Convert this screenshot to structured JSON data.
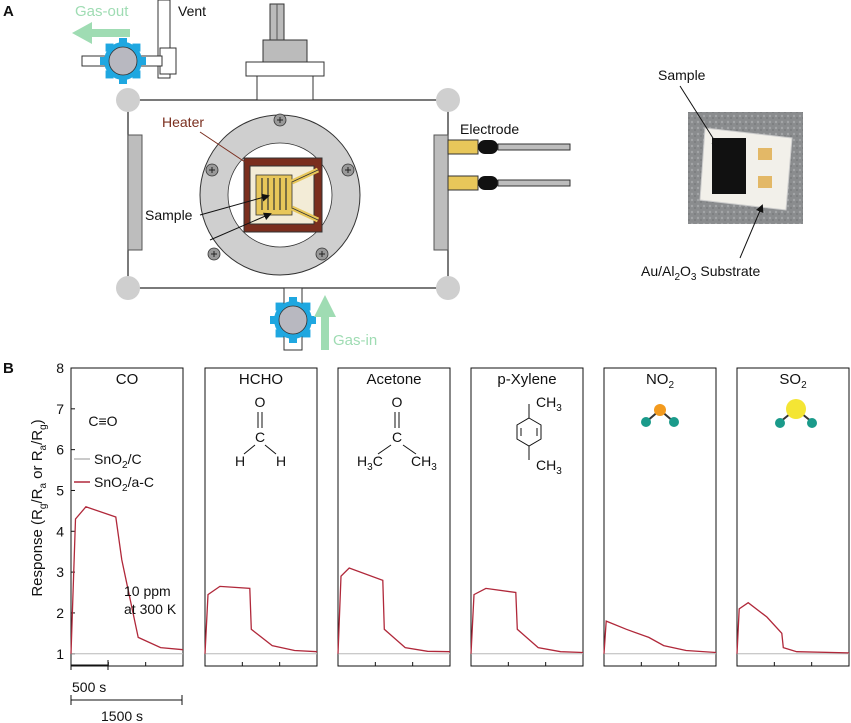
{
  "panel_a": {
    "letter": "A",
    "labels": {
      "gas_out": "Gas-out",
      "vent": "Vent",
      "heater": "Heater",
      "sample": "Sample",
      "electrode": "Electrode",
      "gas_in": "Gas-in",
      "photo_sample": "Sample",
      "substrate_prefix": "Au/Al",
      "substrate_sub1": "2",
      "substrate_mid": "O",
      "substrate_sub2": "3",
      "substrate_suffix": " Substrate"
    },
    "colors": {
      "valve_ring": "#1fa7e0",
      "valve_core": "#b8b8c0",
      "arrow": "#9fdcb3",
      "heater": "#7a2e1e",
      "electrode_gold": "#e8c75a"
    }
  },
  "panel_b": {
    "letter": "B",
    "ylabel_parts": [
      "Response (R",
      "g",
      "/R",
      "a",
      " or R",
      "a",
      "/R",
      "g",
      ")"
    ],
    "yticks": [
      "1",
      "2",
      "3",
      "4",
      "5",
      "6",
      "7",
      "8"
    ],
    "legend": [
      {
        "name_main": "SnO",
        "name_sub": "2",
        "name_rest": "/C",
        "color": "#b8b8b8"
      },
      {
        "name_main": "SnO",
        "name_sub": "2",
        "name_rest": "/a-C",
        "color": "#b0283a"
      }
    ],
    "annotation_line1": "10 ppm",
    "annotation_line2": "at 300 K",
    "scalebar_short": "500 s",
    "scalebar_long": "1500 s",
    "gases": [
      {
        "title": "CO",
        "title_sub": ""
      },
      {
        "title": "HCHO",
        "title_sub": ""
      },
      {
        "title": "Acetone",
        "title_sub": ""
      },
      {
        "title": "p-Xylene",
        "title_sub": ""
      },
      {
        "title": "NO",
        "title_sub": "2"
      },
      {
        "title": "SO",
        "title_sub": "2"
      }
    ],
    "molecules": {
      "co": "C≡O",
      "hcho_o": "O",
      "hcho_c": "C",
      "hcho_h1": "H",
      "hcho_h2": "H",
      "acetone_o": "O",
      "acetone_c": "C",
      "acetone_h3c": "H",
      "acetone_h3c_sub": "3",
      "acetone_h3c_c": "C",
      "acetone_ch3": "CH",
      "acetone_ch3_sub": "3",
      "xylene_top": "CH",
      "xylene_top_sub": "3",
      "xylene_bot": "CH",
      "xylene_bot_sub": "3",
      "no2_center_color": "#f39a1e",
      "no2_outer_color": "#1a9a8a",
      "so2_center_color": "#f4e534",
      "so2_outer_color": "#1a9a8a"
    }
  },
  "chart_data": [
    {
      "type": "line",
      "title": "CO",
      "ylabel": "Response (Rg/Ra or Ra/Rg)",
      "ylim": [
        0.7,
        8
      ],
      "series": [
        {
          "name": "SnO2/C",
          "x": [
            0,
            1500
          ],
          "y": [
            1,
            1
          ]
        },
        {
          "name": "SnO2/a-C",
          "x": [
            0,
            60,
            200,
            600,
            680,
            900,
            1200,
            1500
          ],
          "y": [
            1,
            4.3,
            4.6,
            4.35,
            3.3,
            1.4,
            1.15,
            1.1
          ]
        }
      ]
    },
    {
      "type": "line",
      "title": "HCHO",
      "ylim": [
        0.7,
        8
      ],
      "series": [
        {
          "name": "SnO2/C",
          "x": [
            0,
            1500
          ],
          "y": [
            1,
            1
          ]
        },
        {
          "name": "SnO2/a-C",
          "x": [
            0,
            40,
            200,
            600,
            620,
            900,
            1200,
            1500
          ],
          "y": [
            1,
            2.45,
            2.65,
            2.6,
            1.6,
            1.2,
            1.08,
            1.05
          ]
        }
      ]
    },
    {
      "type": "line",
      "title": "Acetone",
      "ylim": [
        0.7,
        8
      ],
      "series": [
        {
          "name": "SnO2/C",
          "x": [
            0,
            1500
          ],
          "y": [
            1,
            1
          ]
        },
        {
          "name": "SnO2/a-C",
          "x": [
            0,
            40,
            150,
            600,
            620,
            900,
            1200,
            1500
          ],
          "y": [
            1,
            2.9,
            3.1,
            2.8,
            1.6,
            1.15,
            1.06,
            1.05
          ]
        }
      ]
    },
    {
      "type": "line",
      "title": "p-Xylene",
      "ylim": [
        0.7,
        8
      ],
      "series": [
        {
          "name": "SnO2/C",
          "x": [
            0,
            1500
          ],
          "y": [
            1,
            1
          ]
        },
        {
          "name": "SnO2/a-C",
          "x": [
            0,
            40,
            200,
            600,
            620,
            900,
            1200,
            1500
          ],
          "y": [
            1,
            2.45,
            2.6,
            2.5,
            1.6,
            1.15,
            1.05,
            1.03
          ]
        }
      ]
    },
    {
      "type": "line",
      "title": "NO2",
      "ylim": [
        0.7,
        8
      ],
      "series": [
        {
          "name": "SnO2/C",
          "x": [
            0,
            1500
          ],
          "y": [
            1,
            1
          ]
        },
        {
          "name": "SnO2/a-C",
          "x": [
            0,
            30,
            300,
            600,
            800,
            1100,
            1500
          ],
          "y": [
            1,
            1.8,
            1.6,
            1.4,
            1.2,
            1.08,
            1.03
          ]
        }
      ]
    },
    {
      "type": "line",
      "title": "SO2",
      "ylim": [
        0.7,
        8
      ],
      "series": [
        {
          "name": "SnO2/C",
          "x": [
            0,
            1500
          ],
          "y": [
            1,
            1
          ]
        },
        {
          "name": "SnO2/a-C",
          "x": [
            0,
            30,
            150,
            400,
            600,
            620,
            800,
            1500
          ],
          "y": [
            1,
            2.1,
            2.25,
            1.9,
            1.5,
            1.15,
            1.05,
            1.02
          ]
        }
      ]
    }
  ]
}
